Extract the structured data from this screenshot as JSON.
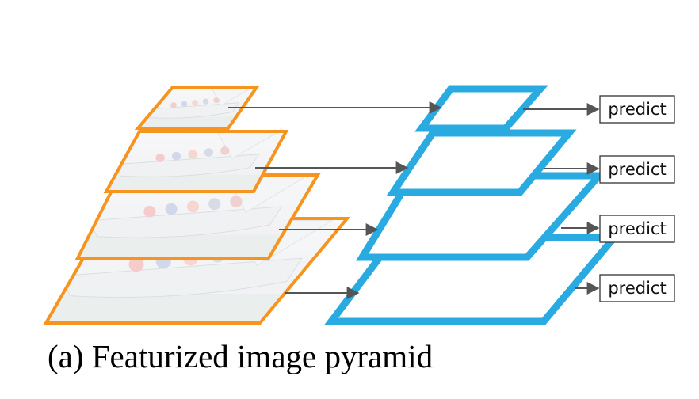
{
  "caption": "(a) Featurized image pyramid",
  "predict_label": "predict",
  "colors": {
    "image_border": "#F7941D",
    "feature_map": "#29ABE2",
    "arrow": "#555555"
  },
  "image_levels": [
    "photo-level-1",
    "photo-level-2",
    "photo-level-3",
    "photo-level-4"
  ],
  "feature_levels": [
    "feature-map-1",
    "feature-map-2",
    "feature-map-3",
    "feature-map-4"
  ],
  "predictions": [
    "predict",
    "predict",
    "predict",
    "predict"
  ]
}
